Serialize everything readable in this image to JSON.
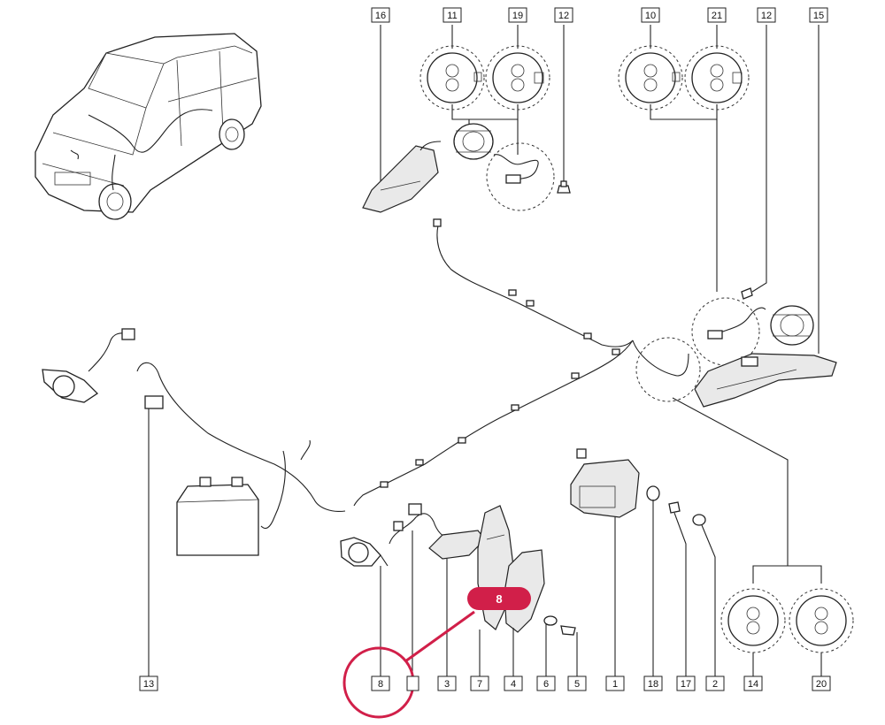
{
  "callouts": [
    {
      "id": "c16",
      "text": "16"
    },
    {
      "id": "c11",
      "text": "11"
    },
    {
      "id": "c19",
      "text": "19"
    },
    {
      "id": "c12a",
      "text": "12"
    },
    {
      "id": "c10",
      "text": "10"
    },
    {
      "id": "c21",
      "text": "21"
    },
    {
      "id": "c12b",
      "text": "12"
    },
    {
      "id": "c15",
      "text": "15"
    },
    {
      "id": "c13",
      "text": "13"
    },
    {
      "id": "c8",
      "text": "8"
    },
    {
      "id": "c9",
      "text": ""
    },
    {
      "id": "c3",
      "text": "3"
    },
    {
      "id": "c7",
      "text": "7"
    },
    {
      "id": "c4",
      "text": "4"
    },
    {
      "id": "c6",
      "text": "6"
    },
    {
      "id": "c5",
      "text": "5"
    },
    {
      "id": "c1",
      "text": "1"
    },
    {
      "id": "c18",
      "text": "18"
    },
    {
      "id": "c17",
      "text": "17"
    },
    {
      "id": "c2",
      "text": "2"
    },
    {
      "id": "c14",
      "text": "14"
    },
    {
      "id": "c20",
      "text": "20"
    }
  ],
  "highlight": {
    "text": "8",
    "color": "#d11f49"
  }
}
